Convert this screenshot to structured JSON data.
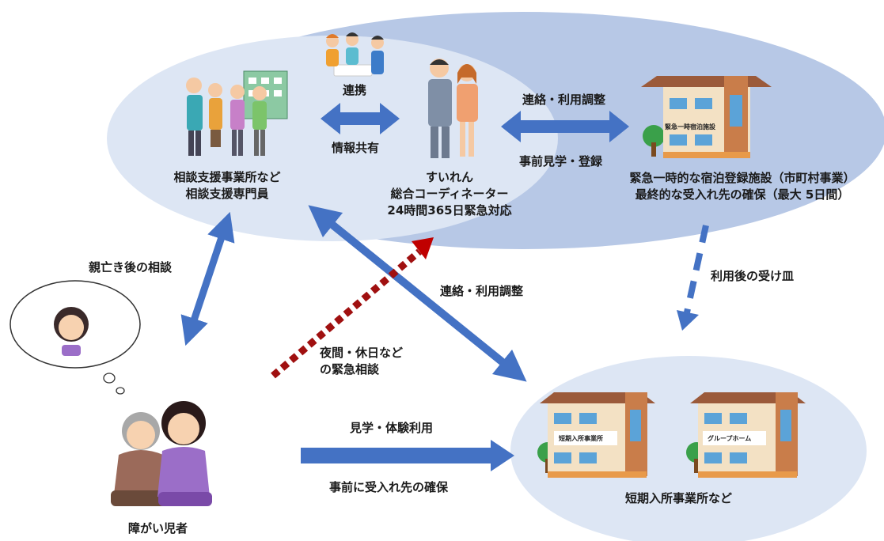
{
  "top_left": {
    "connect": "連携",
    "share": "情報共有",
    "line1": "相談支援事業所など",
    "line2": "相談支援専門員"
  },
  "coordinator": {
    "name": "すいれん",
    "title": "総合コーディネーター",
    "hours": "24時間365日緊急対応"
  },
  "right_top": {
    "arrow_top": "連絡・利用調整",
    "arrow_bottom": "事前見学・登録",
    "line1": "緊急一時的な宿泊登録施設（市町村事業）",
    "line2": "最終的な受入れ先の確保（最大 5日間）",
    "building_sign": "緊急一時宿泊施設"
  },
  "labels": {
    "parent_death": "親亡き後の相談",
    "after_use": "利用後の受け皿",
    "liaison": "連絡・利用調整",
    "night1": "夜間・休日など",
    "night2": "の緊急相談",
    "trial": "見学・体験利用",
    "secure": "事前に受入れ先の確保",
    "child": "障がい児者"
  },
  "bottom_right": {
    "sign1": "短期入所事業所",
    "sign2": "グループホーム",
    "caption": "短期入所事業所など"
  }
}
